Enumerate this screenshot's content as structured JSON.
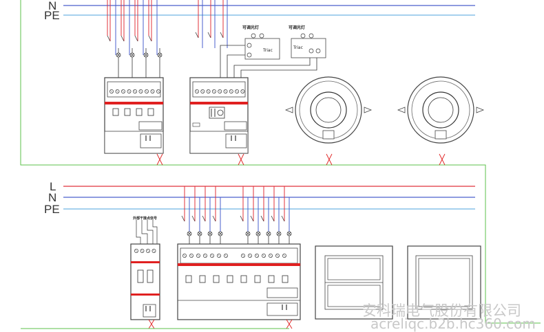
{
  "bus_top": {
    "n_label": "N",
    "pe_label": "PE"
  },
  "bus_bottom": {
    "l_label": "L",
    "n_label": "N",
    "pe_label": "PE"
  },
  "dimmer_label_1": "可调光灯",
  "dimmer_label_2": "可调光灯",
  "triac_label_1": "Triac",
  "triac_label_2": "Triac",
  "dry_contact_label": "外部干接点信号",
  "watermark": {
    "company": "安科瑞电气股份有限公司",
    "url": "acreliqc.b2b.hc360.com"
  },
  "colors": {
    "phase": "#e0303a",
    "neutral": "#4a5fcc",
    "pe": "#6fb3e3",
    "bus_wire": "#5bc24a",
    "module_red": "#e02020",
    "frame": "#444444"
  }
}
